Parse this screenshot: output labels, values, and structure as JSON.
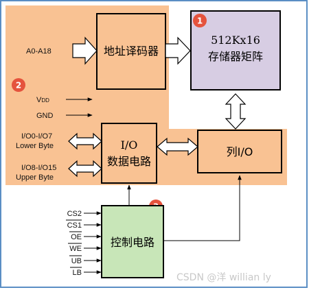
{
  "colors": {
    "orange_region": "#f9c293",
    "matrix_fill": "#d7cde3",
    "control_fill": "#c8e6b8",
    "badge": "#e5533d",
    "frame_blue": "#5a8ec4"
  },
  "badges": [
    "1",
    "2",
    "3"
  ],
  "blocks": {
    "decoder": "地址译码器",
    "matrix_line1": "512Kx16",
    "matrix_line2": "存储器矩阵",
    "io_line1": "I/O",
    "io_line2": "数据电路",
    "col_io": "列I/O",
    "control": "控制电路"
  },
  "inputs": {
    "address": "A0-A18",
    "vdd_main": "V",
    "vdd_sub": "DD",
    "gnd": "GND",
    "io_low_line1": "I/O0-I/O7",
    "io_low_line2": "Lower Byte",
    "io_high_line1": "I/O8-I/O15",
    "io_high_line2": "Upper Byte"
  },
  "control_signals": [
    "CS2",
    "CS1",
    "OE",
    "WE",
    "UB",
    "LB"
  ],
  "watermark": "CSDN @洋 willian ly"
}
